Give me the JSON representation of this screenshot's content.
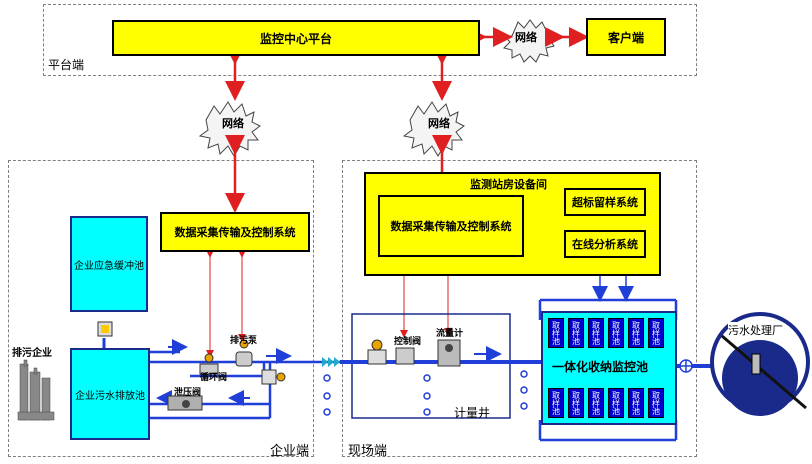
{
  "platform": {
    "label": "平台端",
    "center": "监控中心平台",
    "network": "网络",
    "client": "客户端"
  },
  "network_labels": {
    "left": "网络",
    "right": "网络"
  },
  "enterprise": {
    "label": "企业端",
    "daq": "数据采集传输及控制系统",
    "emergency_tank": "企业应急缓冲池",
    "discharge_tank": "企业污水排放池",
    "company": "排污企业",
    "pump": "排污泵",
    "recirc_valve": "循环阀",
    "relief_valve": "泄压阀"
  },
  "site": {
    "label": "现场端",
    "station_room": "监测站房设备间",
    "daq": "数据采集传输及控制系统",
    "overlimit": "超标留样系统",
    "online": "在线分析系统",
    "control_valve": "控制阀",
    "flowmeter": "流量计",
    "meter_well": "计量井",
    "monitor_pool": "一体化收纳监控池",
    "sample_tank": "取样池",
    "treatment_plant": "污水处理厂"
  },
  "colors": {
    "yellow": "#ffff00",
    "cyan": "#00ffff",
    "pipe_blue": "#1f3fd8",
    "arrow_red": "#e02020"
  }
}
